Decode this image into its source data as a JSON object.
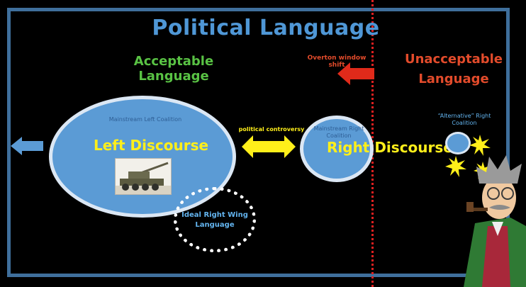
{
  "title": "Political Language",
  "acceptable_label": "Acceptable Language",
  "unacceptable_label": "Unacceptable Language",
  "overton_label": "Overton window shift",
  "left_coalition": "Mainstream Left Coalition",
  "left_discourse": "Left Discourse",
  "controversy_label": "political controversy",
  "right_coalition": "Mainstream Right Coalition",
  "right_discourse": "Right Discourse",
  "alt_right_coalition": "“Alternative” Right Coalition",
  "ideal_right_label": "Ideal Right Wing Language",
  "colors": {
    "title_blue": "#4f97d6",
    "acceptable_green": "#59c244",
    "unacceptable_red": "#e24b2b",
    "discourse_yellow": "#ffef1a",
    "ellipse_blue": "#5b9bd5",
    "frame_blue": "#3f6f9c"
  },
  "icons": [
    "tank-image",
    "cartoon-man-image",
    "starburst-icon",
    "arrow-left-icon",
    "double-arrow-icon"
  ]
}
